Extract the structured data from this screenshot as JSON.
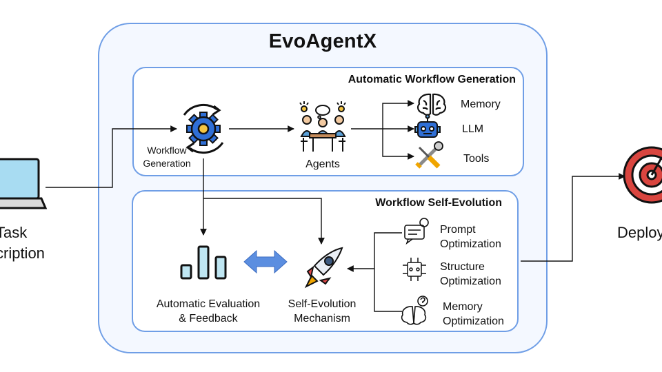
{
  "title": "EvoAgentX",
  "generation_panel": {
    "title": "Automatic Workflow Generation",
    "workflow_generation": [
      "Workflow",
      "Generation"
    ],
    "agents": "Agents",
    "memory": "Memory",
    "llm": "LLM",
    "tools": "Tools"
  },
  "evolution_panel": {
    "title": "Workflow Self-Evolution",
    "evaluation": [
      "Automatic Evaluation",
      "& Feedback"
    ],
    "mechanism": [
      "Self-Evolution",
      "Mechanism"
    ],
    "prompt_opt": [
      "Prompt",
      "Optimization"
    ],
    "structure_opt": [
      "Structure",
      "Optimization"
    ],
    "memory_opt": [
      "Memory",
      "Optimization"
    ]
  },
  "input": [
    "Task",
    "cription"
  ],
  "output": "Deploy",
  "icons": {
    "laptop": "laptop-icon",
    "gear": "gear-cycle-icon",
    "agents": "meeting-agents-icon",
    "brain": "brain-icon",
    "robot": "robot-icon",
    "tools": "wrench-screwdriver-icon",
    "bars": "bar-chart-icon",
    "double_arrow": "double-arrow-icon",
    "rocket": "rocket-icon",
    "chat": "chat-icon",
    "circuit": "circuit-icon",
    "brain_question": "brain-question-icon",
    "target": "target-icon"
  },
  "colors": {
    "frame": "#6f9ee6",
    "frame_fill": "#f4f8ff",
    "gear_blue": "#2f6fd6",
    "bars_fill": "#bfe6f2",
    "double_arrow": "#5b8ee0",
    "target_red": "#d9453f"
  }
}
